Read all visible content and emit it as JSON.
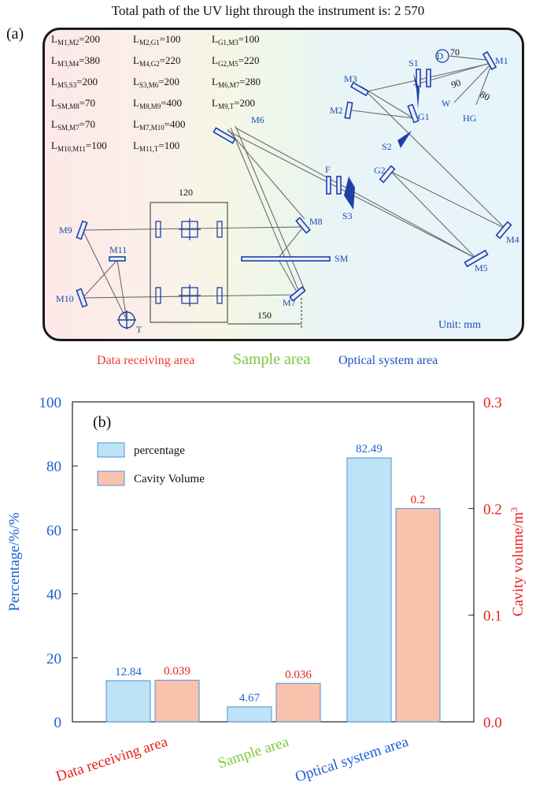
{
  "header": {
    "title": "Total path of the UV light through the instrument is: 2 570"
  },
  "panel_a": {
    "label": "(a)",
    "lengths": [
      "L",
      "M1,M2",
      "=200",
      "L",
      "M2,G1",
      "=100",
      "L",
      "G1,M3",
      "=100",
      "L",
      "M3,M4",
      "=380",
      "L",
      "M4,G2",
      "=220",
      "L",
      "G2,M5",
      "=220",
      "L",
      "M5,S3",
      "=200",
      "L",
      "S3,M6",
      "=200",
      "L",
      "M6,M7",
      "=280",
      "L",
      "SM,M8",
      "=70",
      "L",
      "M8,M9",
      "=400",
      "L",
      "M9,T",
      "=200",
      "L",
      "SM,M7",
      "=70",
      "L",
      "M7,M10",
      "=400",
      "L",
      "M10,M11",
      "=100",
      "L",
      "M11,T",
      "=100"
    ],
    "components": {
      "D": "D",
      "M1": "M1",
      "S1": "S1",
      "M3": "M3",
      "M2": "M2",
      "G1": "G1",
      "W": "W",
      "HG": "HG",
      "S2": "S2",
      "M6": "M6",
      "F": "F",
      "G2": "G2",
      "S3": "S3",
      "M4": "M4",
      "M5": "M5",
      "M7": "M7",
      "M8": "M8",
      "M9": "M9",
      "M10": "M10",
      "M11": "M11",
      "T": "T",
      "SM": "SM"
    },
    "dims": {
      "d70": "70",
      "d90": "90",
      "d80": "80",
      "d120": "120",
      "d150": "150"
    },
    "unit": "Unit: mm"
  },
  "area_captions": {
    "data": "Data receiving area",
    "sample": "Sample area",
    "optical": "Optical system area"
  },
  "colors": {
    "percentage_fill": "#bfe3f6",
    "percentage_stroke": "#4a90d9",
    "volume_fill": "#f9c2ad",
    "volume_stroke": "#4a90d9",
    "left_axis": "#1d5fd6",
    "right_axis": "#e8211c",
    "cat_data": "#e8211c",
    "cat_sample": "#7ac943",
    "cat_optical": "#1d5fd6"
  },
  "chart_data": {
    "type": "bar",
    "panel_label": "(b)",
    "categories": [
      "Data receiving area",
      "Sample area",
      "Optical system area"
    ],
    "series": [
      {
        "name": "percentage",
        "axis": "left",
        "values": [
          12.84,
          4.67,
          82.49
        ],
        "labels": [
          "12.84",
          "4.67",
          "82.49"
        ]
      },
      {
        "name": "Cavity Volume",
        "axis": "right",
        "values": [
          0.039,
          0.036,
          0.2
        ],
        "labels": [
          "0.039",
          "0.036",
          "0.2"
        ]
      }
    ],
    "ylabel": "Percentage/%/%",
    "y2label": "Cavity volume/m",
    "y2label_sup": "3",
    "ylim": [
      0,
      100
    ],
    "y2lim": [
      0,
      0.3
    ],
    "yticks": [
      "0",
      "20",
      "40",
      "60",
      "80",
      "100"
    ],
    "y2ticks": [
      "0.0",
      "0.1",
      "0.2",
      "0.3"
    ],
    "legend": "top-left",
    "grid": false
  }
}
